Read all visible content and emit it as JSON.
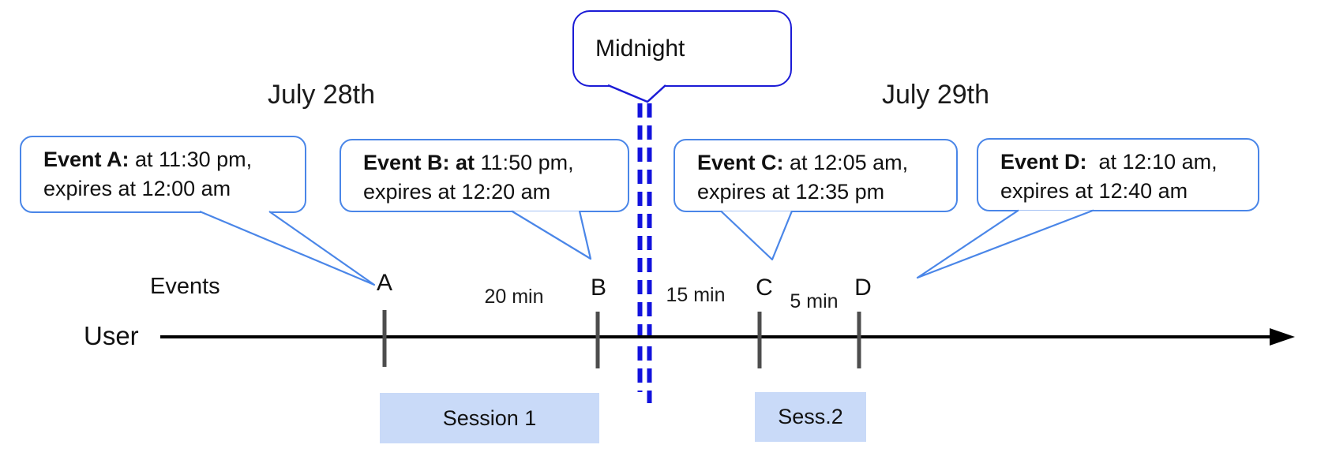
{
  "dates": {
    "left": "July 28th",
    "right": "July 29th"
  },
  "midnight": {
    "label": "Midnight"
  },
  "axis": {
    "events_label": "Events",
    "user_label": "User"
  },
  "callouts": [
    {
      "id": "A",
      "bold": "Event A:",
      "regular": " at 11:30 pm,",
      "line2": "expires at 12:00 am"
    },
    {
      "id": "B",
      "bold": "Event B: at",
      "regular": " 11:50 pm,",
      "line2": "expires at 12:20 am"
    },
    {
      "id": "C",
      "bold": "Event C:",
      "regular": " at 12:05 am,",
      "line2": "expires at 12:35 pm"
    },
    {
      "id": "D",
      "bold": "Event D:",
      "regular": "  at 12:10 am,",
      "line2": "expires at 12:40 am"
    }
  ],
  "markers": [
    "A",
    "B",
    "C",
    "D"
  ],
  "gaps": {
    "ab": "20 min",
    "bc": "15 min",
    "cd": "5 min"
  },
  "sessions": {
    "s1": "Session 1",
    "s2": "Sess.2"
  },
  "colors": {
    "event_callout_border": "#4a86e8",
    "midnight_border": "#1b1bd6",
    "midnight_dash": "#1212dd",
    "session_fill": "#c9daf8",
    "tick": "#4d4d4d",
    "timeline": "#000000",
    "text": "#111111",
    "background": "#ffffff"
  }
}
